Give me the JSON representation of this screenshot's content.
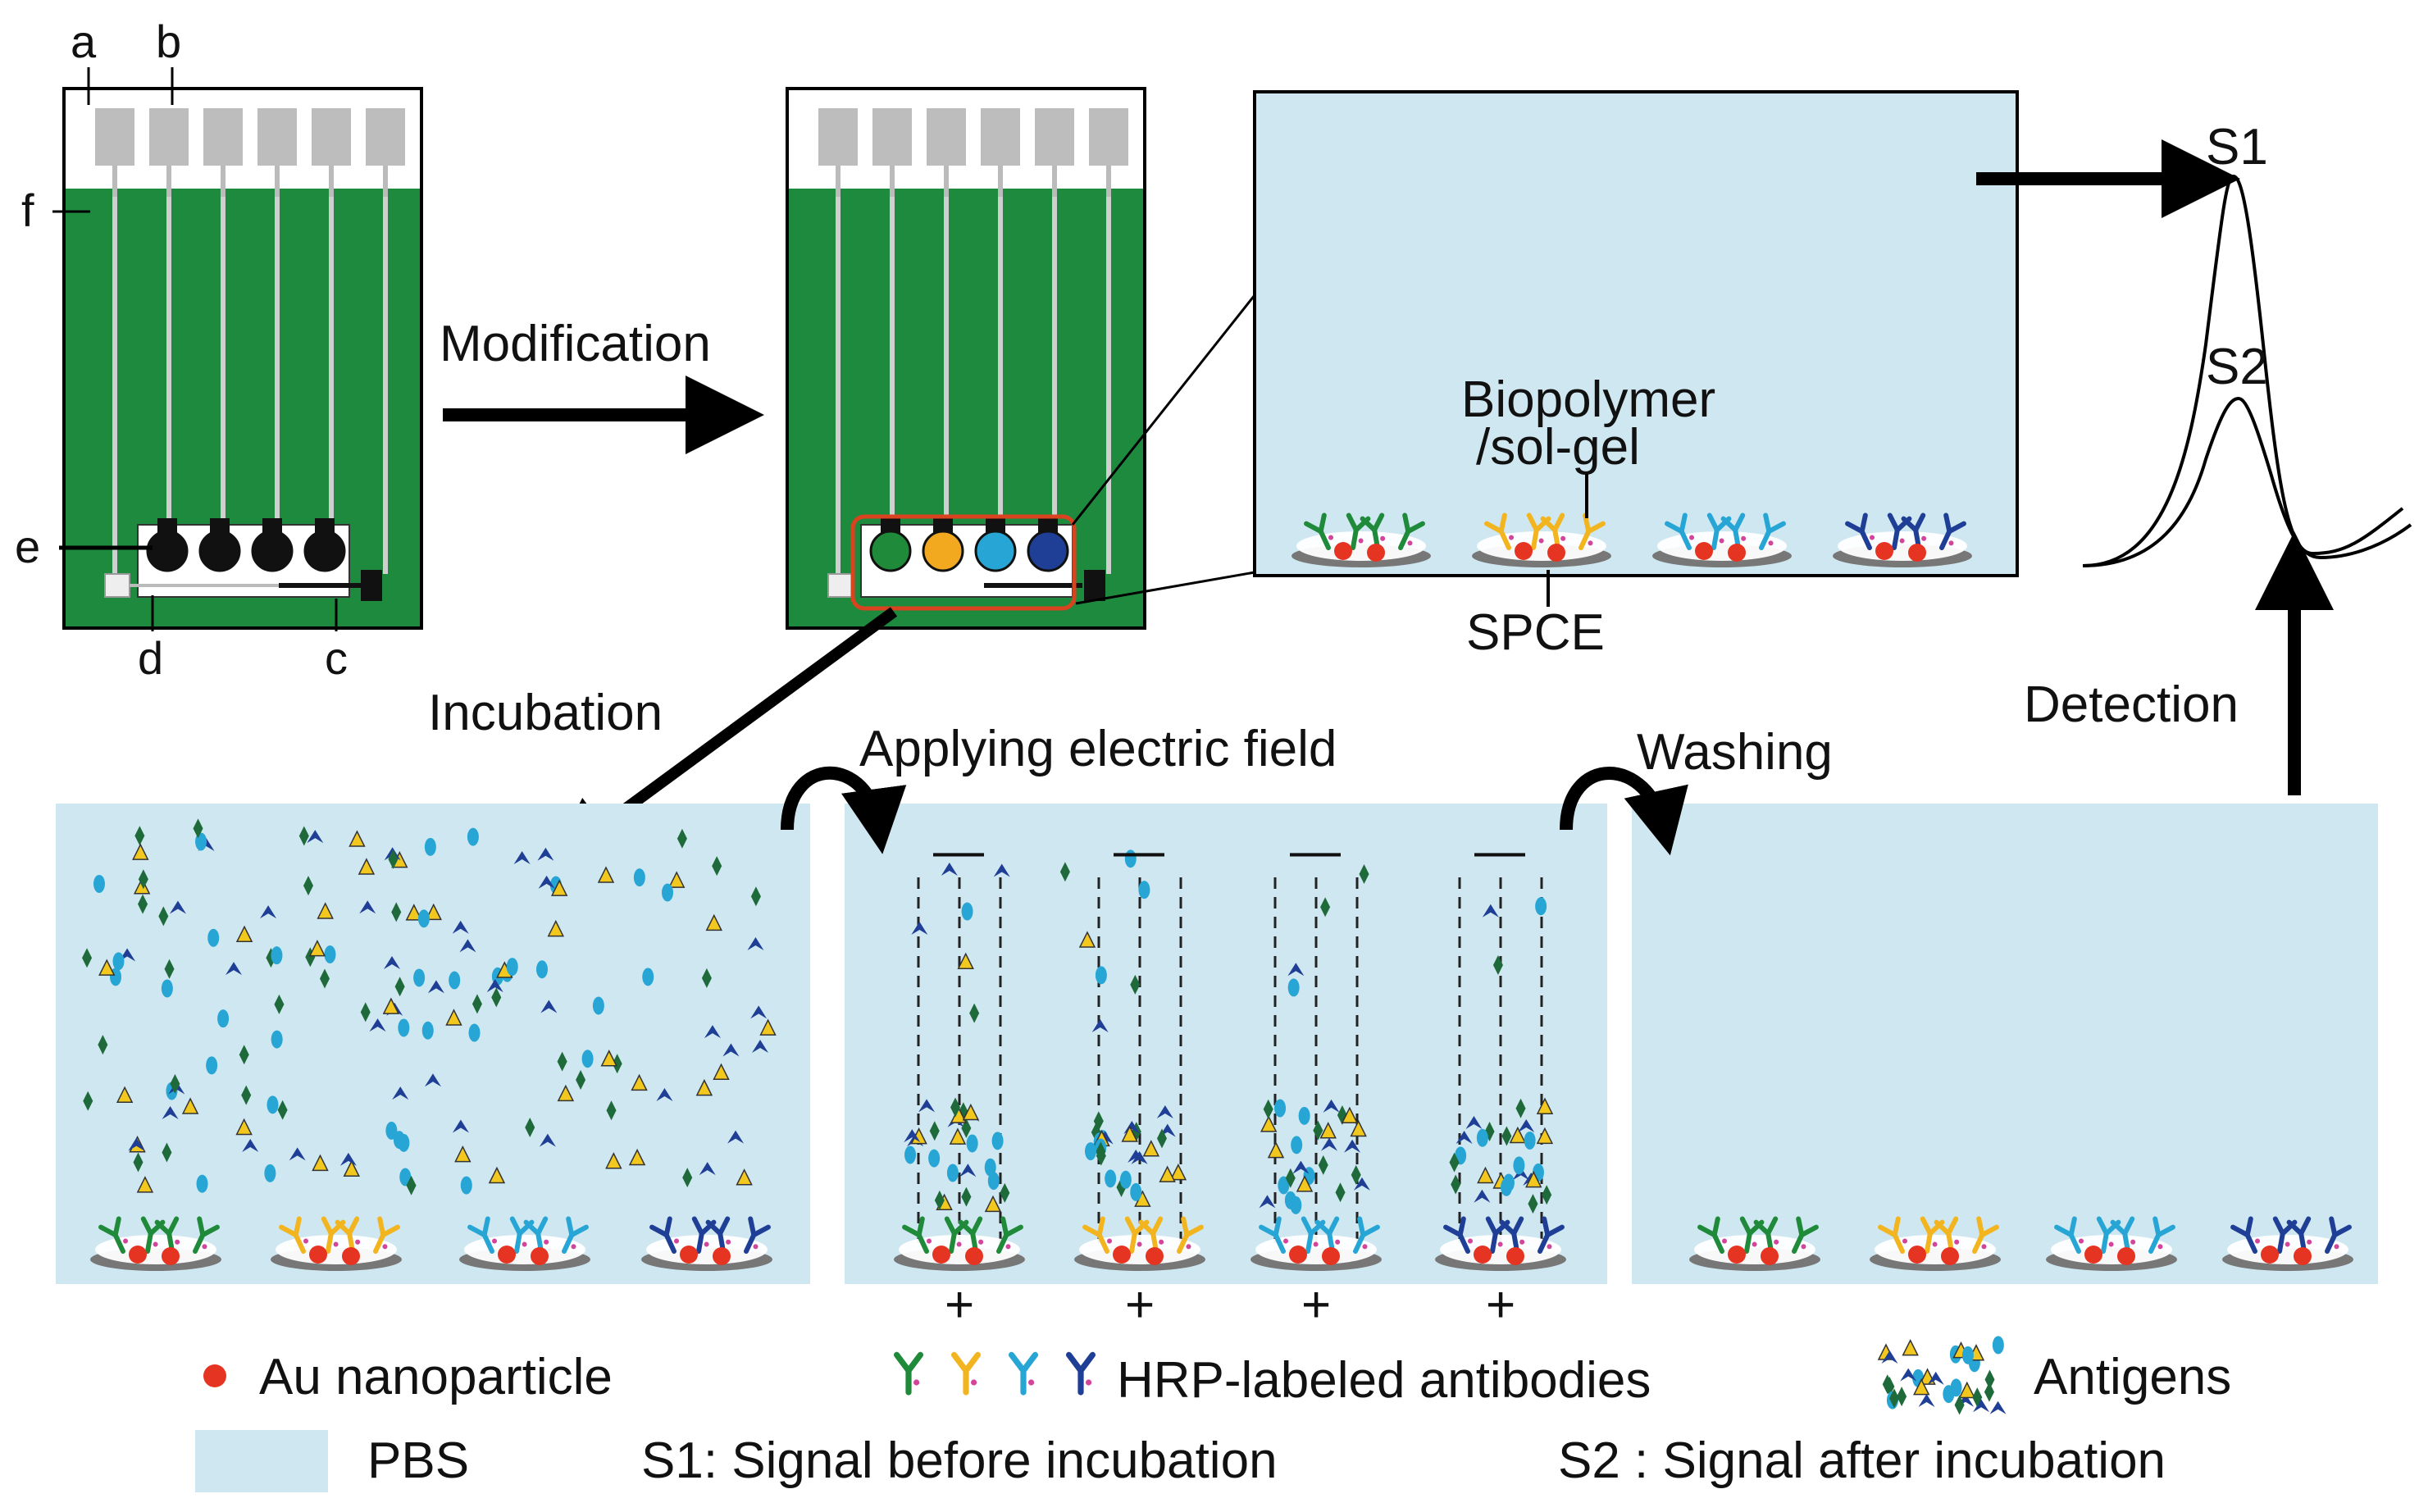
{
  "chip_labels": {
    "a": "a",
    "b": "b",
    "c": "c",
    "d": "d",
    "e": "e",
    "f": "f"
  },
  "steps": {
    "modification": "Modification",
    "incubation": "Incubation",
    "applying_field": "Applying electric field",
    "washing": "Washing",
    "detection": "Detection"
  },
  "zoom": {
    "biopolymer": "Biopolymer",
    "solgel": "/sol-gel",
    "spce": "SPCE"
  },
  "signals": {
    "s1": "S1",
    "s2": "S2"
  },
  "field_signs": {
    "minus": "—",
    "plus": "+"
  },
  "legend": {
    "au": "Au nanoparticle",
    "antibodies": "HRP-labeled antibodies",
    "antigens": "Antigens",
    "pbs": "PBS",
    "s1_desc": "S1: Signal before incubation",
    "s2_desc": "S2 : Signal after incubation"
  },
  "colors": {
    "green_board": "#1e8a3e",
    "pbs": "#cfe7f0",
    "pad_gray": "#bdbdbd",
    "au_red": "#e63422",
    "ab_green": "#1f8a3a",
    "ab_yellow": "#f2b51f",
    "ab_cyan": "#27a6d6",
    "ab_navy": "#1f3e96",
    "frame_red": "#d9431f"
  },
  "electrode_colors": [
    "#1f8a3a",
    "#f2a81f",
    "#27a6d6",
    "#1f3e96"
  ]
}
